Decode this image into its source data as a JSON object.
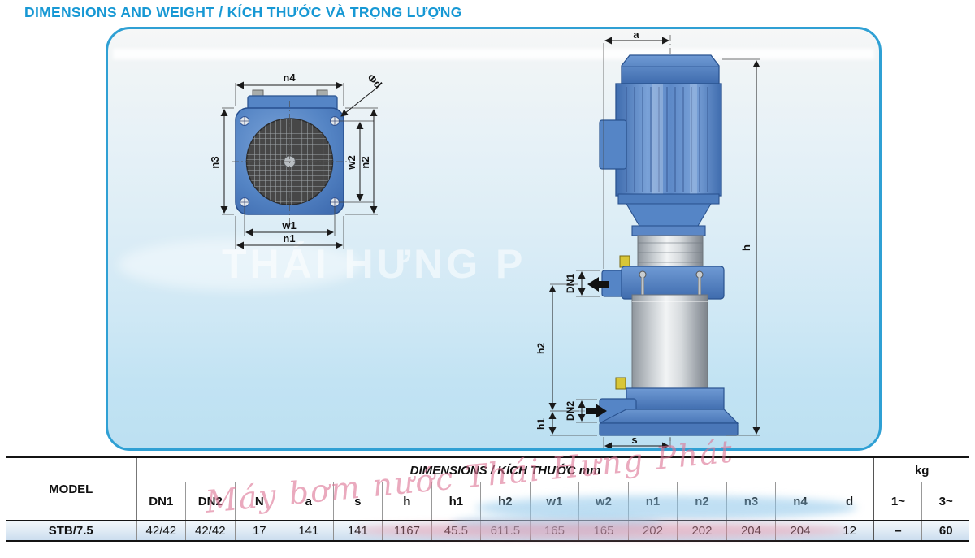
{
  "title": "DIMENSIONS AND WEIGHT / KÍCH THƯỚC VÀ TRỌNG LƯỢNG",
  "panel": {
    "watermark": "THÁI HƯNG P"
  },
  "front_view": {
    "labels": {
      "n4": "n4",
      "phi_d": "Φd",
      "n3": "n3",
      "w2": "w2",
      "n2": "n2",
      "w1": "w1",
      "n1": "n1"
    }
  },
  "side_view": {
    "labels": {
      "a": "a",
      "h": "h",
      "dn1": "DN1",
      "h2": "h2",
      "dn2": "DN2",
      "h1": "h1",
      "s": "s"
    }
  },
  "table": {
    "model_header": "MODEL",
    "dims_header": "DIMENSIONS / KÍCH THƯỚC mm",
    "kg_header": "kg",
    "columns": [
      "DN1",
      "DN2",
      "N",
      "a",
      "s",
      "h",
      "h1",
      "h2",
      "w1",
      "w2",
      "n1",
      "n2",
      "n3",
      "n4",
      "d",
      "1~",
      "3~"
    ],
    "row": {
      "model": "STB/7.5",
      "values": [
        "42/42",
        "42/42",
        "17",
        "141",
        "141",
        "1167",
        "45.5",
        "611.5",
        "165",
        "165",
        "202",
        "202",
        "204",
        "204",
        "12",
        "–",
        "60"
      ]
    }
  },
  "watermark_overlay": "Máy bơm nước Thái Hưng Phát",
  "colors": {
    "accent": "#1798d4",
    "panel_border": "#2fa0d4",
    "pump_blue": "#4d7fc2",
    "pump_blue_dark": "#2a5390",
    "steel_gray": "#c6cbd0",
    "plug_yellow": "#d8c637",
    "watermark_pink": "#dd7696"
  }
}
